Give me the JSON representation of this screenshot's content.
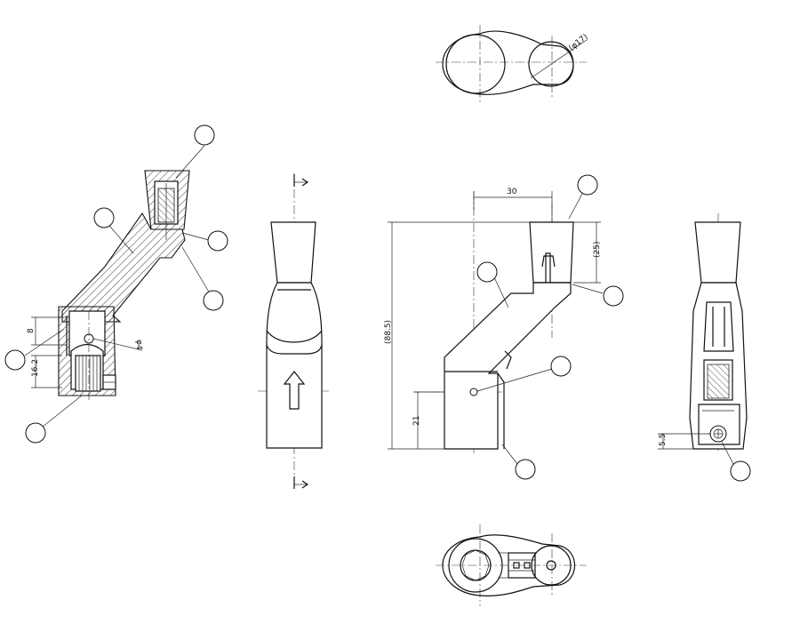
{
  "drawing": {
    "dimensions": {
      "dim_8": "8",
      "dim_16_2": "16.2",
      "dim_phi4": "φ4",
      "dim_30": "30",
      "dim_25": "(25)",
      "dim_88_5": "(88.5)",
      "dim_21": "21",
      "dim_5_5": "5.5",
      "dim_phi17": "(φ17)"
    }
  }
}
